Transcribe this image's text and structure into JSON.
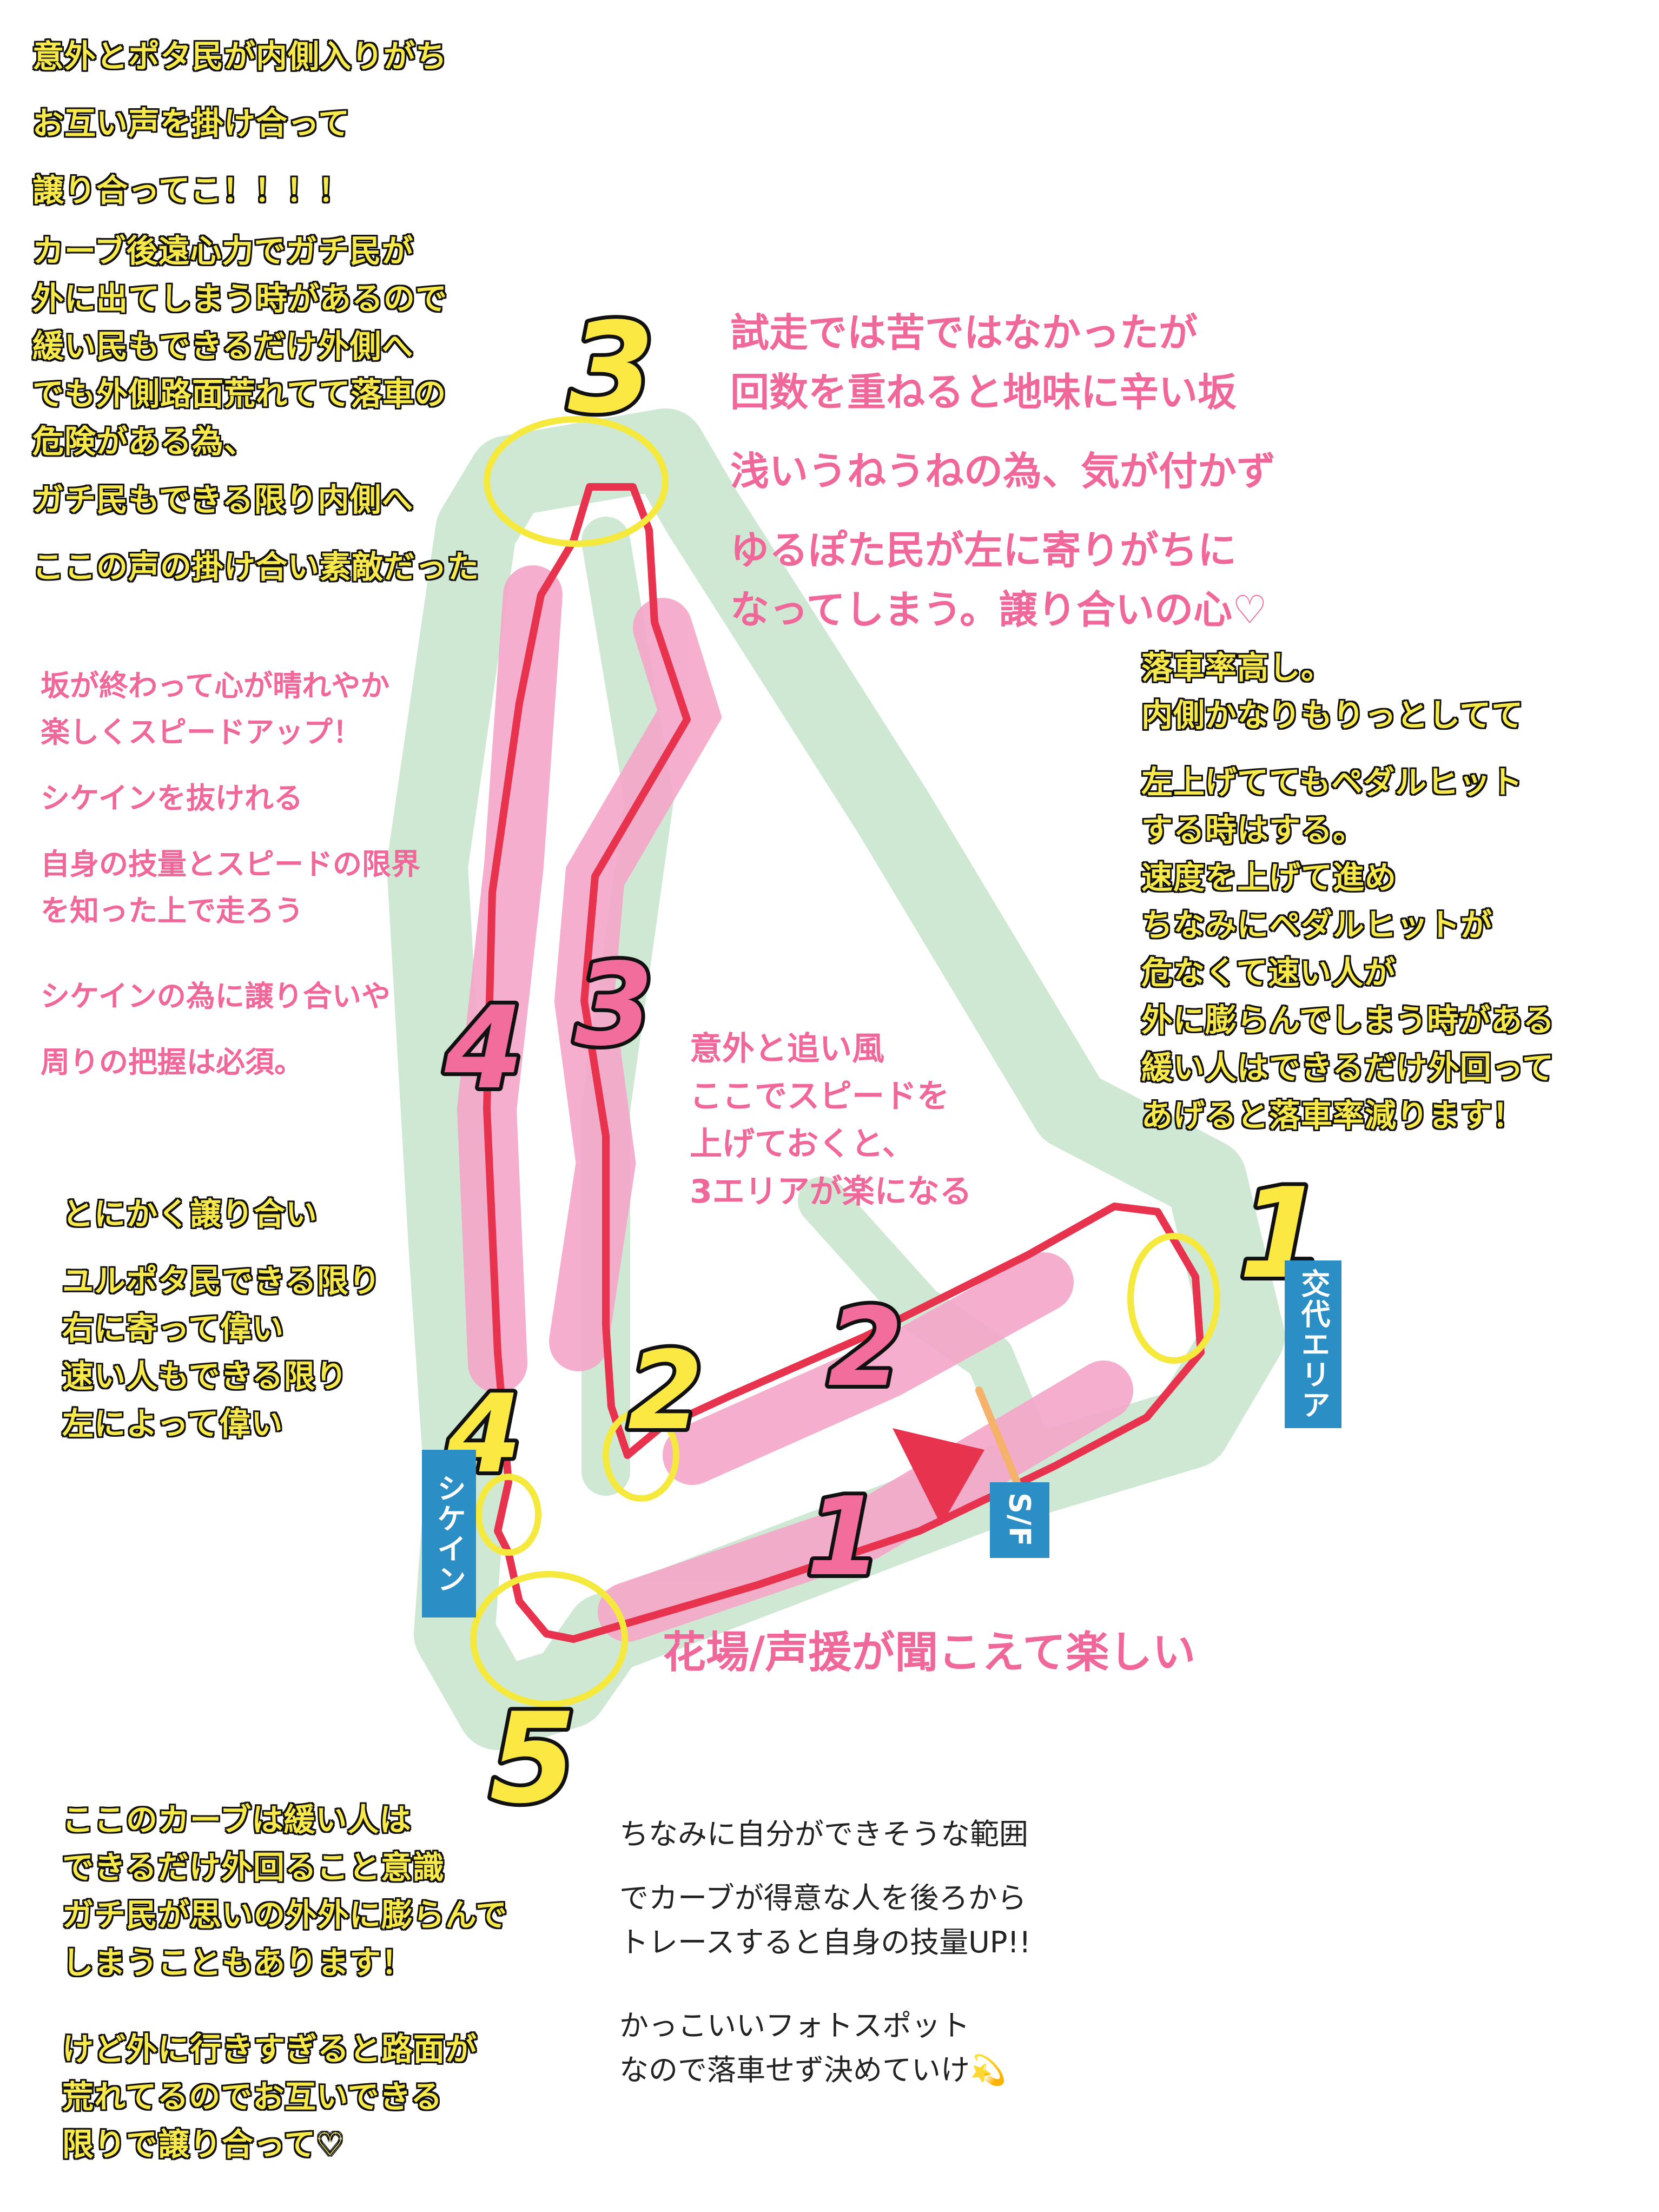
{
  "notes": {
    "top_left_a": [
      "意外とポタ民が内側入りがち",
      "お互い声を掛け合って",
      "譲り合ってこ！！！！"
    ],
    "top_left_b": [
      "カーブ後遠心力でガチ民が",
      "外に出てしまう時があるので",
      "緩い民もできるだけ外側へ",
      "でも外側路面荒れてて落車の",
      "危険がある為、"
    ],
    "top_left_c": [
      "ガチ民もできる限り内側へ",
      "ここの声の掛け合い素敵だった"
    ],
    "top_right_pink_a": [
      "試走では苦ではなかったが",
      "回数を重ねると地味に辛い坂"
    ],
    "top_right_pink_b": [
      "浅いうねうねの為、気が付かず"
    ],
    "top_right_pink_c": [
      "ゆるぽた民が左に寄りがちに",
      "なってしまう。譲り合いの心♡"
    ],
    "right_a": [
      "落車率高し。",
      "内側かなりもりっとしてて"
    ],
    "right_b": [
      "左上げててもペダルヒット",
      "する時はする。",
      "速度を上げて進め",
      "ちなみにペダルヒットが",
      "危なくて速い人が",
      "外に膨らんでしまう時がある",
      "緩い人はできるだけ外回って",
      "あげると落車率減ります！"
    ],
    "left_pink_a": [
      "坂が終わって心が晴れやか",
      "楽しくスピードアップ！"
    ],
    "left_pink_b": [
      "シケインを抜けれる"
    ],
    "left_pink_c": [
      "自身の技量とスピードの限界",
      "を知った上で走ろう"
    ],
    "left_pink_d": [
      "シケインの為に譲り合いや"
    ],
    "left_pink_e": [
      "周りの把握は必須。"
    ],
    "center_pink": [
      "意外と追い風",
      "ここでスピードを",
      "上げておくと、",
      "3エリアが楽になる"
    ],
    "left_mid_a": [
      "とにかく譲り合い"
    ],
    "left_mid_b": [
      "ユルポタ民できる限り",
      "右に寄って偉い",
      "速い人もできる限り",
      "左によって偉い"
    ],
    "bottom_pink": [
      "花場/声援が聞こえて楽しい"
    ],
    "bottom_left_a": [
      "ここのカーブは緩い人は",
      "できるだけ外回ること意識",
      "ガチ民が思いの外外に膨らんで",
      "しまうこともあります！"
    ],
    "bottom_left_b": [
      "けど外に行きすぎると路面が",
      "荒れてるのでお互いできる",
      "限りで譲り合って♡"
    ],
    "bottom_center_a": [
      "ちなみに自分ができそうな範囲"
    ],
    "bottom_center_b": [
      "でカーブが得意な人を後ろから",
      "トレースすると自身の技量UP!!"
    ],
    "bottom_center_c": [
      "かっこいいフォトスポット",
      "なので落車せず決めていけ💫"
    ]
  },
  "signs": {
    "exchange": "交代エリア",
    "start_finish": "S/F",
    "chicane": "シケイン"
  },
  "markers": {
    "corner_3": "3",
    "corner_1": "1",
    "corner_2": "2",
    "corner_4": "4",
    "corner_5": "5",
    "section_3": "3",
    "section_4": "4",
    "section_2": "2",
    "section_1": "1"
  },
  "colors": {
    "track_green": "#cfe8d3",
    "racing_line": "#e8334f",
    "highlight_pink": "#f5a6c8",
    "corner_circle": "#f5e93e",
    "number_yellow": "#fbe843",
    "number_pink": "#f26d9c",
    "sign_blue": "#2b8ec4"
  }
}
